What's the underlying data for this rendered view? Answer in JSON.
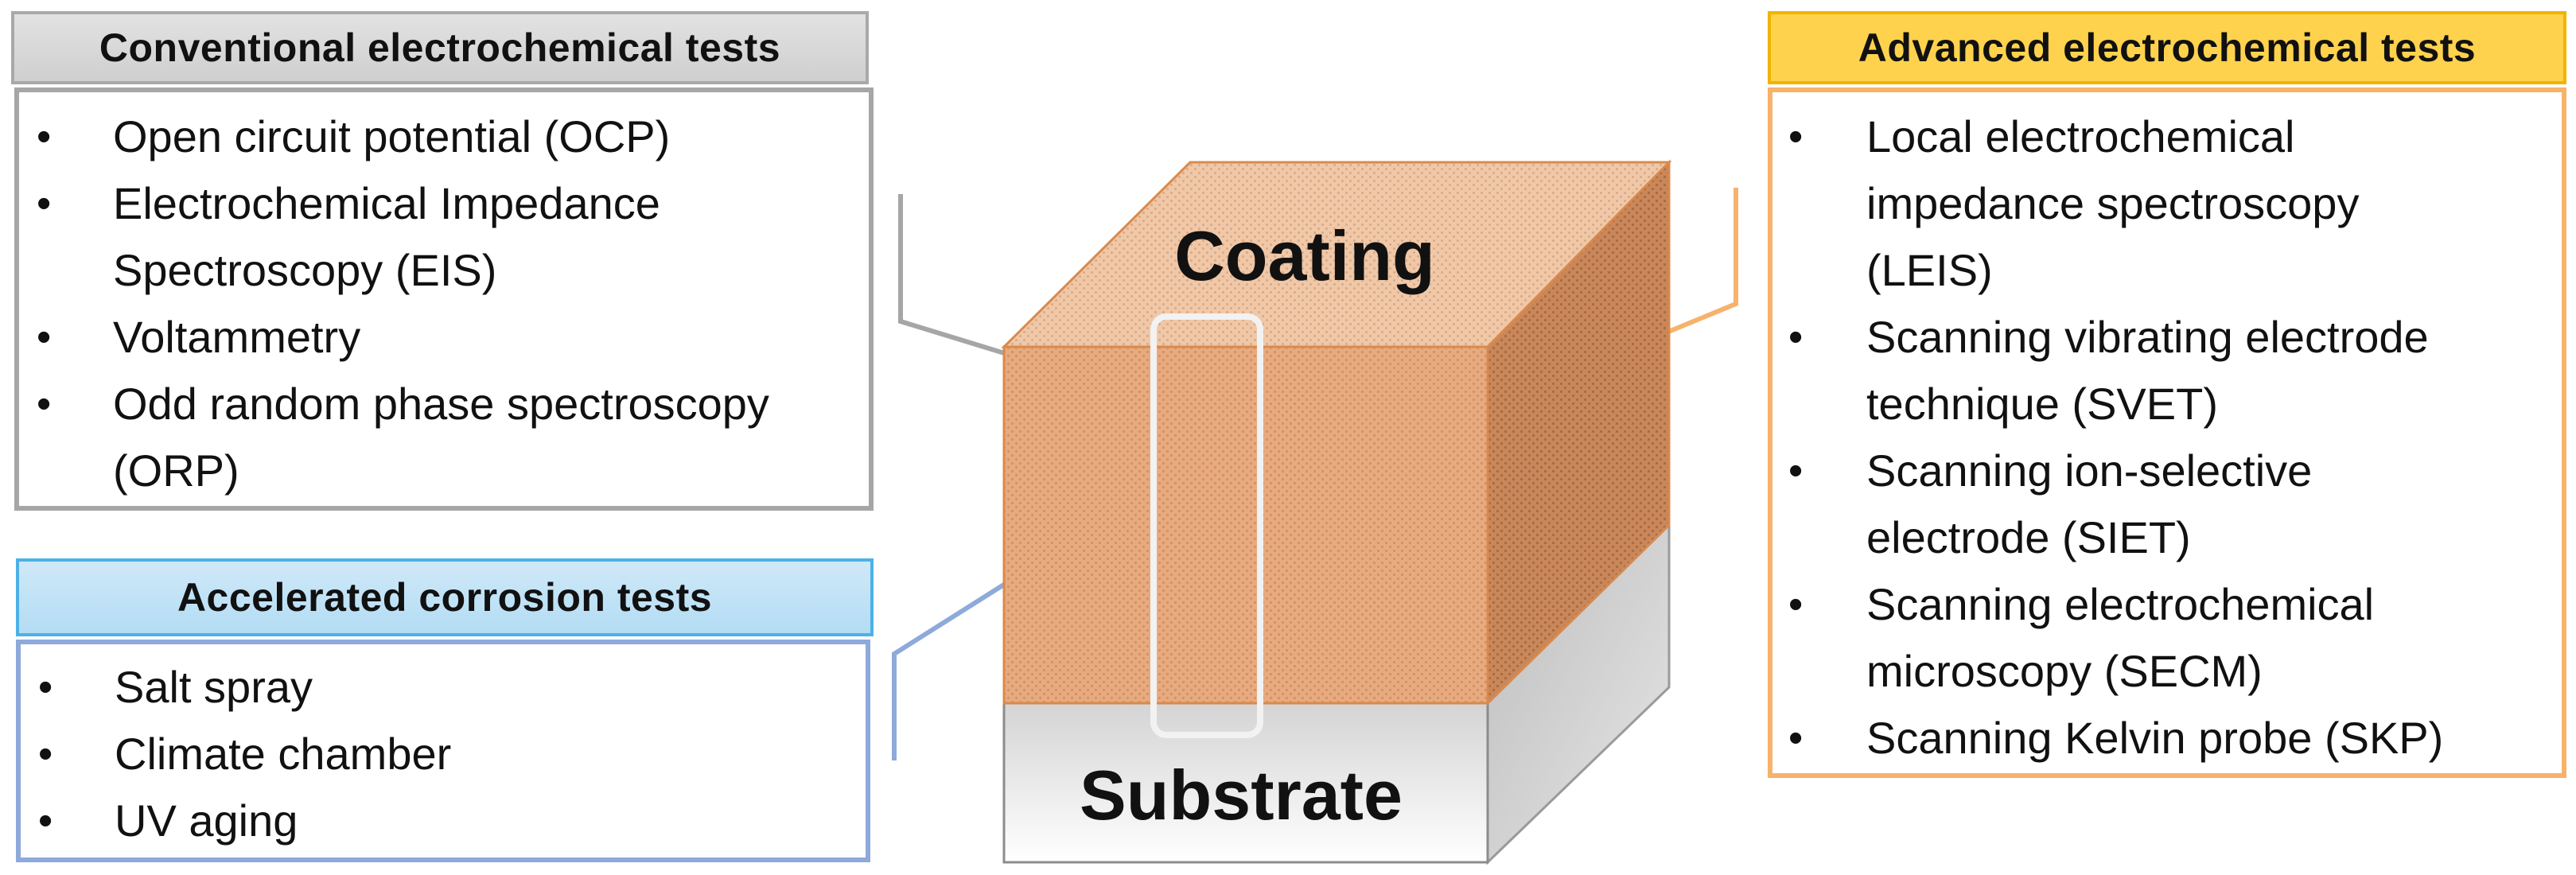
{
  "conventional": {
    "title": "Conventional electrochemical tests",
    "items": [
      "Open circuit potential (OCP)",
      "Electrochemical Impedance Spectroscopy (EIS)",
      "Voltammetry",
      "Odd random phase spectroscopy (ORP)"
    ]
  },
  "accelerated": {
    "title": "Accelerated corrosion tests",
    "items": [
      "Salt spray",
      "Climate chamber",
      "UV aging"
    ]
  },
  "advanced": {
    "title": "Advanced electrochemical tests",
    "items": [
      "Local electrochemical impedance spectroscopy (LEIS)",
      "Scanning vibrating electrode technique (SVET)",
      "Scanning ion-selective electrode (SIET)",
      "Scanning electrochemical microscopy (SECM)",
      "Scanning Kelvin probe (SKP)"
    ]
  },
  "block": {
    "coating_label": "Coating",
    "substrate_label": "Substrate"
  },
  "colors": {
    "coating": "#e7a87c",
    "substrate": "#d9d9d9",
    "conventional_border": "#a6a6a6",
    "accelerated_border": "#8eaadb",
    "advanced_border": "#f7b26b",
    "advanced_header": "#ffd24d"
  }
}
